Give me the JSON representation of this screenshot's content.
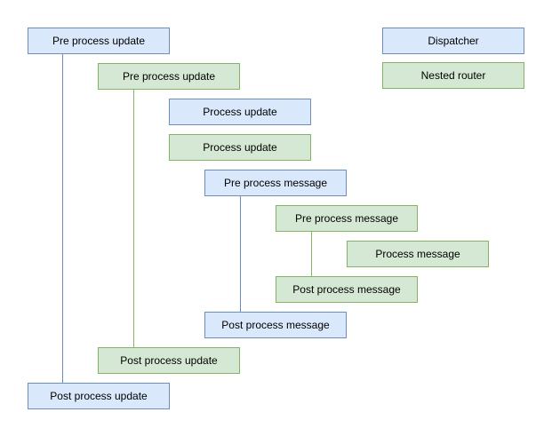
{
  "diagram": {
    "background": "#ffffff",
    "colors": {
      "dispatcher_fill": "#dae8fc",
      "dispatcher_stroke": "#6c8ebf",
      "nested_router_fill": "#d5e8d4",
      "nested_router_stroke": "#82b366",
      "text": "#000000"
    },
    "legend": {
      "items": [
        {
          "label": "Dispatcher",
          "type": "dispatcher"
        },
        {
          "label": "Nested router",
          "type": "nested-router"
        }
      ]
    },
    "nodes": [
      {
        "label": "Pre process update",
        "type": "dispatcher"
      },
      {
        "label": "Pre process update",
        "type": "nested-router"
      },
      {
        "label": "Process update",
        "type": "dispatcher"
      },
      {
        "label": "Process update",
        "type": "nested-router"
      },
      {
        "label": "Pre process message",
        "type": "dispatcher"
      },
      {
        "label": "Pre process message",
        "type": "nested-router"
      },
      {
        "label": "Process message",
        "type": "nested-router"
      },
      {
        "label": "Post process message",
        "type": "nested-router"
      },
      {
        "label": "Post process message",
        "type": "dispatcher"
      },
      {
        "label": "Post process update",
        "type": "nested-router"
      },
      {
        "label": "Post process update",
        "type": "dispatcher"
      }
    ],
    "connectors": [
      {
        "name": "dispatcher-update-span",
        "color": "dispatcher"
      },
      {
        "name": "nested-router-update-span",
        "color": "nested-router"
      },
      {
        "name": "dispatcher-message-span",
        "color": "dispatcher"
      },
      {
        "name": "nested-router-message-span",
        "color": "nested-router"
      }
    ]
  }
}
